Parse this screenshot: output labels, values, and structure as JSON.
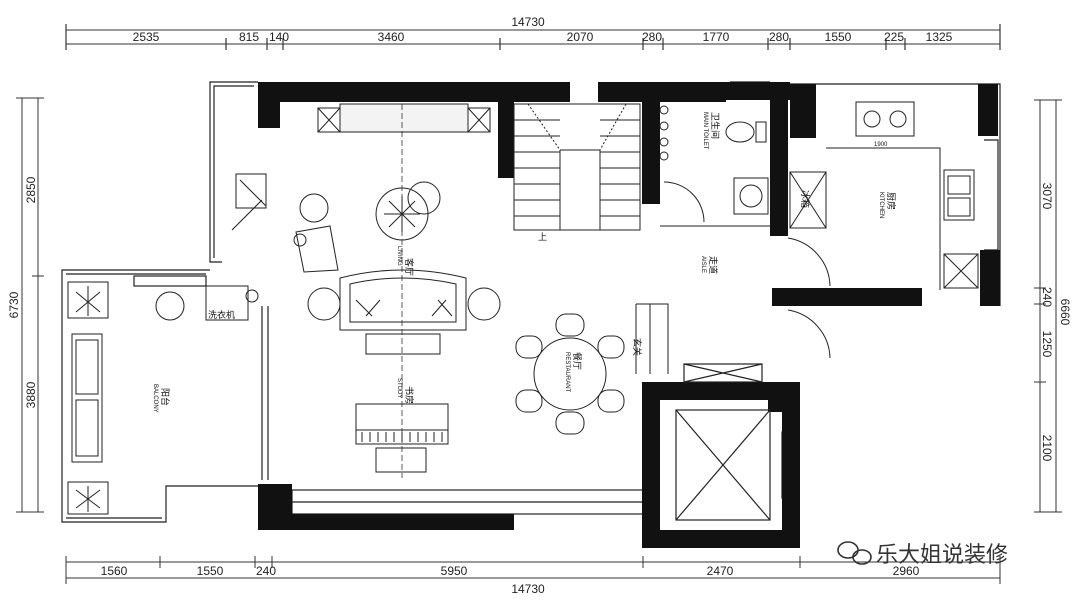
{
  "dimensions": {
    "top_total": "14730",
    "top_segments": [
      "2535",
      "815",
      "140",
      "3460",
      "2070",
      "280",
      "1770",
      "280",
      "1550",
      "225",
      "1325"
    ],
    "bottom_total": "14730",
    "bottom_segments": [
      "1560",
      "1550",
      "240",
      "5950",
      "2470",
      "2960"
    ],
    "left_total": "6730",
    "left_segments": [
      "2850",
      "3880"
    ],
    "right_total": "6660",
    "right_segments": [
      "3070",
      "240",
      "1250",
      "2100"
    ]
  },
  "rooms": {
    "living": {
      "cn": "客厅",
      "en": "LIVING"
    },
    "study": {
      "cn": "书房",
      "en": "STUDY"
    },
    "restaurant": {
      "cn": "餐厅",
      "en": "RESTAURANT"
    },
    "aisle": {
      "cn": "走道",
      "en": "AISLE"
    },
    "toilet": {
      "cn": "卫生间",
      "en": "MAIN TOILET"
    },
    "kitchen": {
      "cn": "厨房",
      "en": "KITCHEN"
    },
    "balcony": {
      "cn": "阳台",
      "en": "BALCONY"
    },
    "entry": {
      "cn": "玄关",
      "en": ""
    },
    "washer": "洗衣机",
    "stair_up": "上",
    "fridge": "冰箱",
    "counter": "1900"
  },
  "watermark": {
    "text": "乐大姐说装修",
    "icon": "wechat-icon"
  }
}
